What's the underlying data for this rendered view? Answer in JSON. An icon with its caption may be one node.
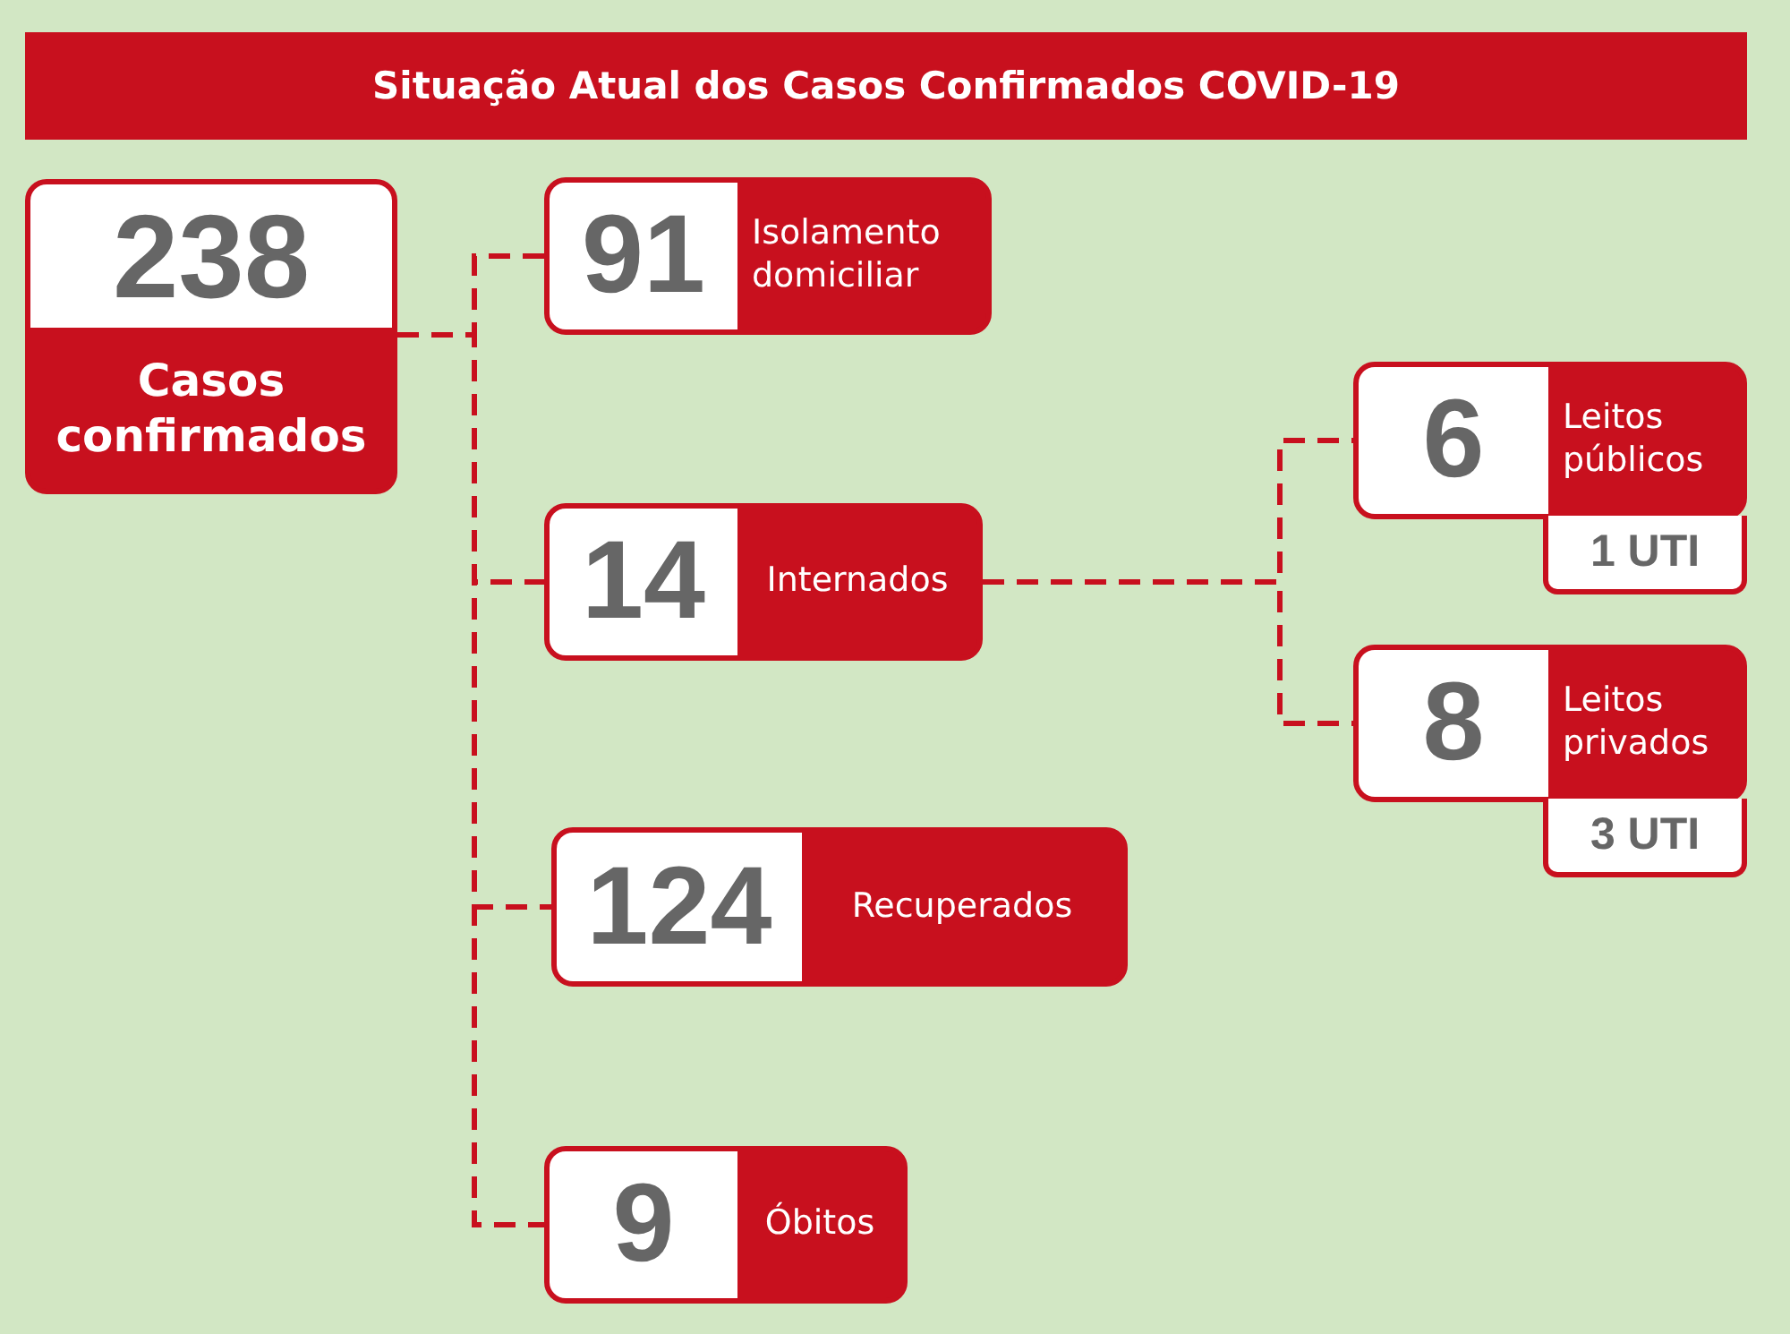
{
  "diagram": {
    "title": "Situação Atual dos Casos Confirmados COVID-19",
    "nodes": [
      {
        "text": [
          "238",
          "Casos confirmados"
        ]
      },
      {
        "text": [
          "91",
          "Isolamento domiciliar"
        ]
      },
      {
        "text": [
          "14",
          "Internados"
        ]
      },
      {
        "text": [
          "124",
          "Recuperados"
        ]
      },
      {
        "text": [
          "9",
          "Óbitos"
        ]
      },
      {
        "text": [
          "6",
          "Leitos públicos"
        ]
      },
      {
        "text": [
          "1 UTI"
        ]
      },
      {
        "text": [
          "8",
          "Leitos privados"
        ]
      },
      {
        "text": [
          "3 UTI"
        ]
      }
    ],
    "edges": [
      {
        "from": 0,
        "to": 1,
        "arrow": "none",
        "style": "dashed"
      },
      {
        "from": 0,
        "to": 2,
        "arrow": "none",
        "style": "dashed"
      },
      {
        "from": 0,
        "to": 3,
        "arrow": "none",
        "style": "dashed"
      },
      {
        "from": 0,
        "to": 4,
        "arrow": "none",
        "style": "dashed"
      },
      {
        "from": 2,
        "to": 5,
        "arrow": "none",
        "style": "dashed"
      },
      {
        "from": 2,
        "to": 7,
        "arrow": "none",
        "style": "dashed"
      }
    ]
  }
}
